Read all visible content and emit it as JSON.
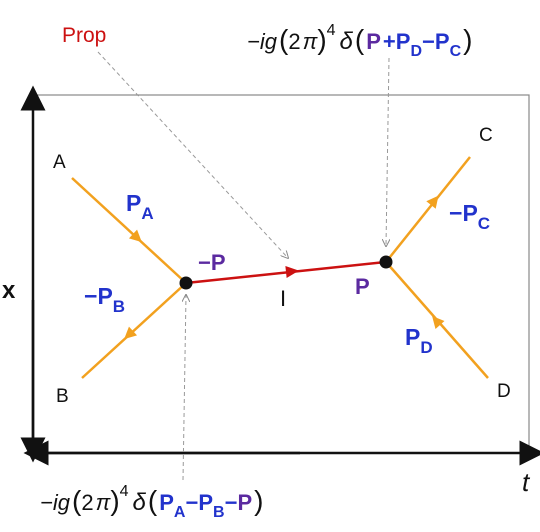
{
  "colors": {
    "external_line": "#f2a11f",
    "propagator": "#cc1111",
    "momentum_blue": "#2233cc",
    "momentum_purple": "#5b2aa0",
    "frame": "#888888",
    "axis": "#111111",
    "dashed": "#999999"
  },
  "axes": {
    "x_label": "x",
    "t_label": "t"
  },
  "particles": {
    "A": "A",
    "B": "B",
    "C": "C",
    "D": "D"
  },
  "intermediate": {
    "label": "I"
  },
  "propagator_label": "Prop",
  "momenta": {
    "pa": {
      "base": "P",
      "sub": "A"
    },
    "pb": {
      "minus": "−",
      "base": "P",
      "sub": "B"
    },
    "pc": {
      "minus": "−",
      "base": "P",
      "sub": "C"
    },
    "pd": {
      "base": "P",
      "sub": "D"
    },
    "minus_p": "−P",
    "p": "P"
  },
  "vertex_factor_top": {
    "prefix": "−ig",
    "paren_open": "(",
    "two_pi": "2",
    "pi": "π",
    "paren_close": ")",
    "power": "4",
    "delta": "δ",
    "open": "(",
    "t1": "P",
    "op1": "+",
    "t2": "P",
    "t2_sub": "D",
    "op2": "−",
    "t3": "P",
    "t3_sub": "C",
    "close": ")"
  },
  "vertex_factor_bottom": {
    "prefix": "−ig",
    "paren_open": "(",
    "two_pi": "2",
    "pi": "π",
    "paren_close": ")",
    "power": "4",
    "delta": "δ",
    "open": "(",
    "t1": "P",
    "t1_sub": "A",
    "op1": "−",
    "t2": "P",
    "t2_sub": "B",
    "op2": "−",
    "t3": "P",
    "close": ")"
  }
}
